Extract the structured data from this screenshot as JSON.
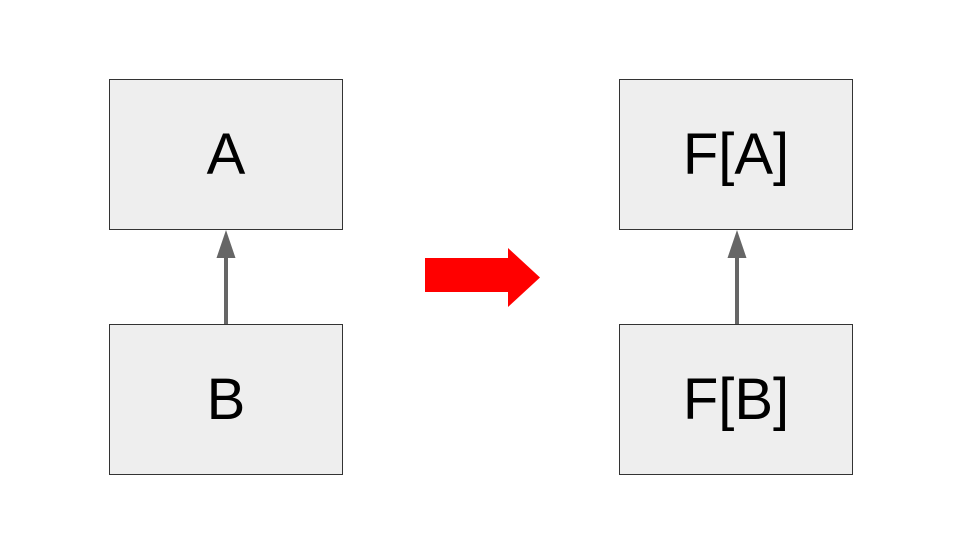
{
  "diagram": {
    "boxes": {
      "a": "A",
      "b": "B",
      "fa": "F[A]",
      "fb": "F[B]"
    },
    "colors": {
      "background": "#ffffff",
      "box_fill": "#eeeeee",
      "box_border": "#333333",
      "connector": "#666666",
      "transform_arrow": "#ff0000",
      "text": "#000000"
    }
  }
}
